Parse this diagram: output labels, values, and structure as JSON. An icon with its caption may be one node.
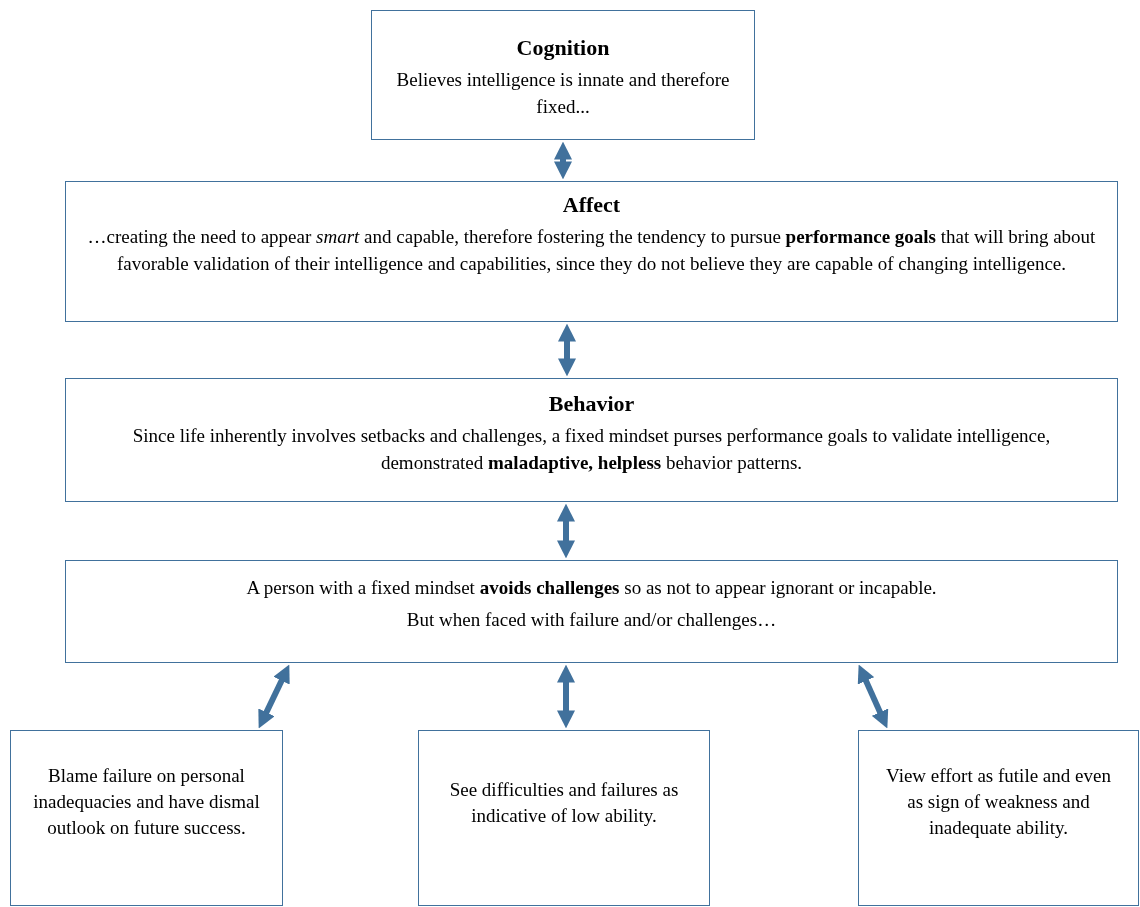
{
  "diagram": {
    "nodes": [
      {
        "text": [
          "Cognition",
          "Believes intelligence is innate and therefore fixed..."
        ]
      },
      {
        "text": [
          "Affect",
          "…creating the need to appear *smart* and capable, therefore fostering the tendency to pursue **performance goals** that will bring about favorable validation of their intelligence and capabilities, since they do not believe they are capable of changing intelligence."
        ]
      },
      {
        "text": [
          "Behavior",
          "Since life inherently involves setbacks and challenges, a fixed mindset purses performance goals to validate intelligence, demonstrated **maladaptive, helpless** behavior patterns."
        ]
      },
      {
        "text": [
          "A person with a fixed mindset **avoids challenges** so as not to appear ignorant or incapable.",
          "But when faced with failure and/or challenges…"
        ]
      },
      {
        "text": [
          "Blame failure on personal inadequacies and have dismal outlook on future success."
        ]
      },
      {
        "text": [
          "See difficulties and failures as indicative of low ability."
        ]
      },
      {
        "text": [
          "View effort as futile and even as sign of weakness and inadequate ability."
        ]
      }
    ],
    "edges": [
      {
        "from": 0,
        "to": 1,
        "arrow": "both"
      },
      {
        "from": 1,
        "to": 2,
        "arrow": "both"
      },
      {
        "from": 2,
        "to": 3,
        "arrow": "both"
      },
      {
        "from": 3,
        "to": 4,
        "arrow": "both"
      },
      {
        "from": 3,
        "to": 5,
        "arrow": "both"
      },
      {
        "from": 3,
        "to": 6,
        "arrow": "both"
      }
    ]
  }
}
